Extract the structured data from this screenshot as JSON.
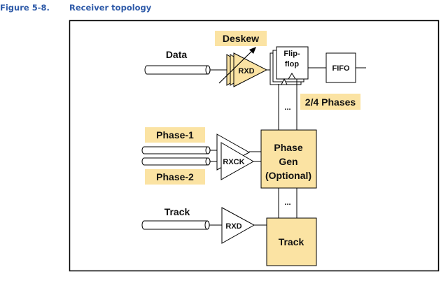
{
  "caption": {
    "number": "Figure 5-8.",
    "title": "Receiver topology"
  },
  "colors": {
    "highlight": "#fbe3a3",
    "block": "#fbe3a3",
    "caption": "#2e5aa8",
    "stroke": "#000000"
  },
  "labels": {
    "data": "Data",
    "deskew": "Deskew",
    "rxd_data": "RXD",
    "flipflop_line1": "Flip-",
    "flipflop_line2": "flop",
    "fifo": "FIFO",
    "phases": "2/4 Phases",
    "dots_top": "...",
    "phase1": "Phase-1",
    "phase2": "Phase-2",
    "rxck": "RXCK",
    "phasegen_line1": "Phase",
    "phasegen_line2": "Gen",
    "phasegen_line3": "(Optional)",
    "dots_bottom": "...",
    "track_in": "Track",
    "rxd_track": "RXD",
    "track_block": "Track"
  }
}
